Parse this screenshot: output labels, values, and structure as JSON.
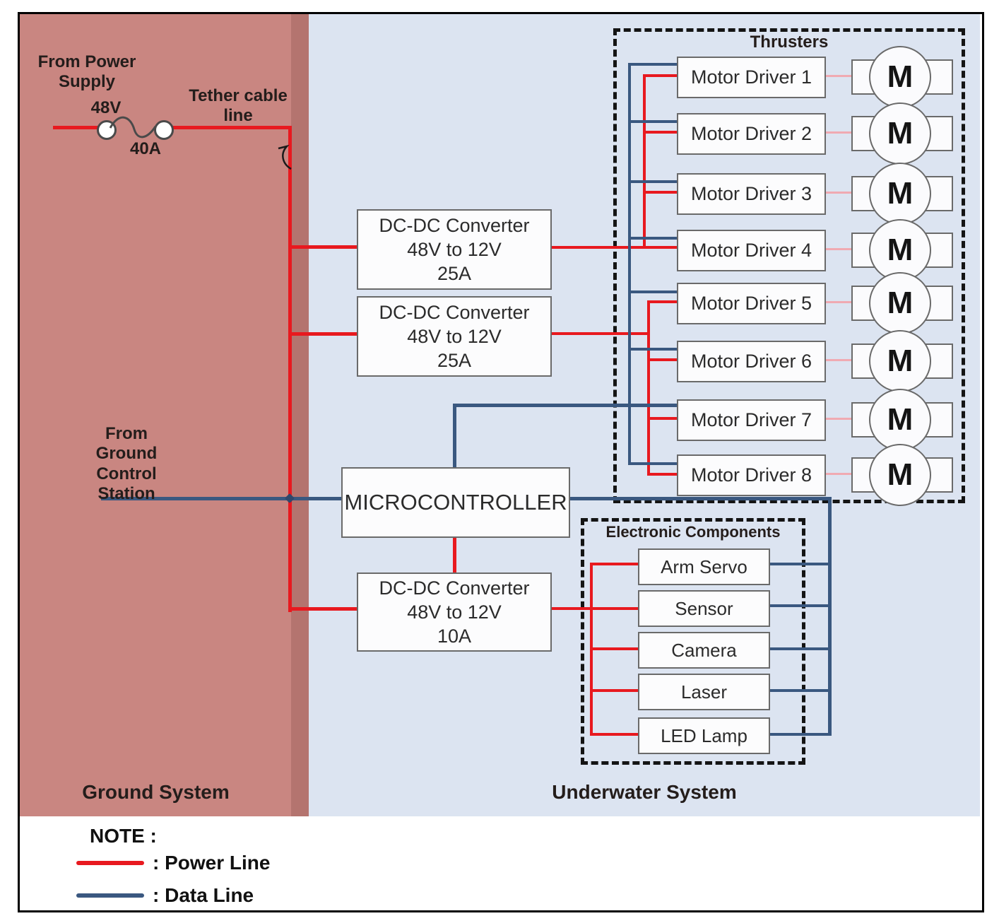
{
  "source": {
    "label": "From Power Supply",
    "voltage": "48V",
    "current": "40A"
  },
  "tether": {
    "label": "Tether cable line"
  },
  "ground_control": {
    "label": "From Ground Control Station"
  },
  "regions": {
    "ground": "Ground System",
    "underwater": "Underwater System"
  },
  "converters": [
    {
      "title": "DC-DC Converter",
      "conversion": "48V to 12V",
      "rating": "25A"
    },
    {
      "title": "DC-DC Converter",
      "conversion": "48V to 12V",
      "rating": "25A"
    },
    {
      "title": "DC-DC Converter",
      "conversion": "48V to 12V",
      "rating": "10A"
    }
  ],
  "microcontroller": {
    "label": "MICROCONTROLLER"
  },
  "thrusters": {
    "title": "Thrusters",
    "motor_symbol": "M",
    "drivers": [
      "Motor Driver 1",
      "Motor Driver 2",
      "Motor Driver 3",
      "Motor Driver 4",
      "Motor Driver 5",
      "Motor Driver 6",
      "Motor Driver 7",
      "Motor Driver 8"
    ]
  },
  "electronics": {
    "title": "Electronic Components",
    "components": [
      "Arm Servo",
      "Sensor",
      "Camera",
      "Laser",
      "LED Lamp"
    ]
  },
  "legend": {
    "heading": "NOTE :",
    "power_label": ": Power Line",
    "data_label": ": Data Line"
  },
  "colors": {
    "power_line": "#e8191f",
    "data_line": "#3a5880",
    "ground_bg": "#c98681",
    "underwater_bg": "#dce4f1",
    "motor_link": "#f0aab2"
  }
}
